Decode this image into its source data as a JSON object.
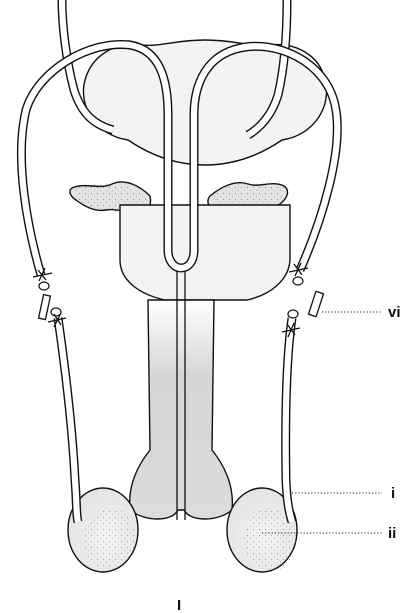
{
  "labels": {
    "vi": "vi",
    "i": "i",
    "ii": "ii",
    "figure": "I"
  }
}
